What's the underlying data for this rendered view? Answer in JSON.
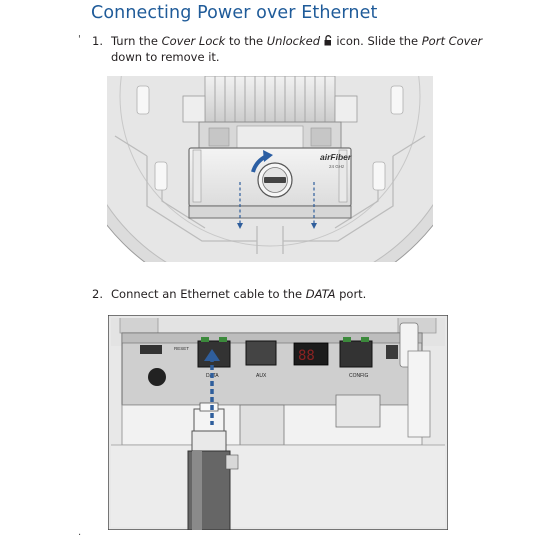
{
  "heading": "Connecting Power over Ethernet",
  "steps": [
    {
      "number": "1.",
      "line1": {
        "a": "Turn the ",
        "b": "Cover Lock",
        "c": " to the ",
        "d": "Unlocked",
        "e": " icon. Slide the ",
        "f": "Port Cover"
      },
      "line2": "down to remove it."
    },
    {
      "number": "2.",
      "line1": {
        "a": "Connect an Ethernet cable to the ",
        "b": "DATA",
        "c": " port."
      }
    }
  ],
  "figure1": {
    "brand": "airFiber",
    "band": "24 GHz"
  },
  "figure2": {
    "reset_label": "RESET",
    "data_label": "DATA",
    "aux_label": "AUX",
    "config_label": "CONFIG",
    "display_value": "88"
  },
  "icons": [
    "unlocked-icon",
    "rotate-arrow-icon",
    "insert-arrow-icon"
  ]
}
